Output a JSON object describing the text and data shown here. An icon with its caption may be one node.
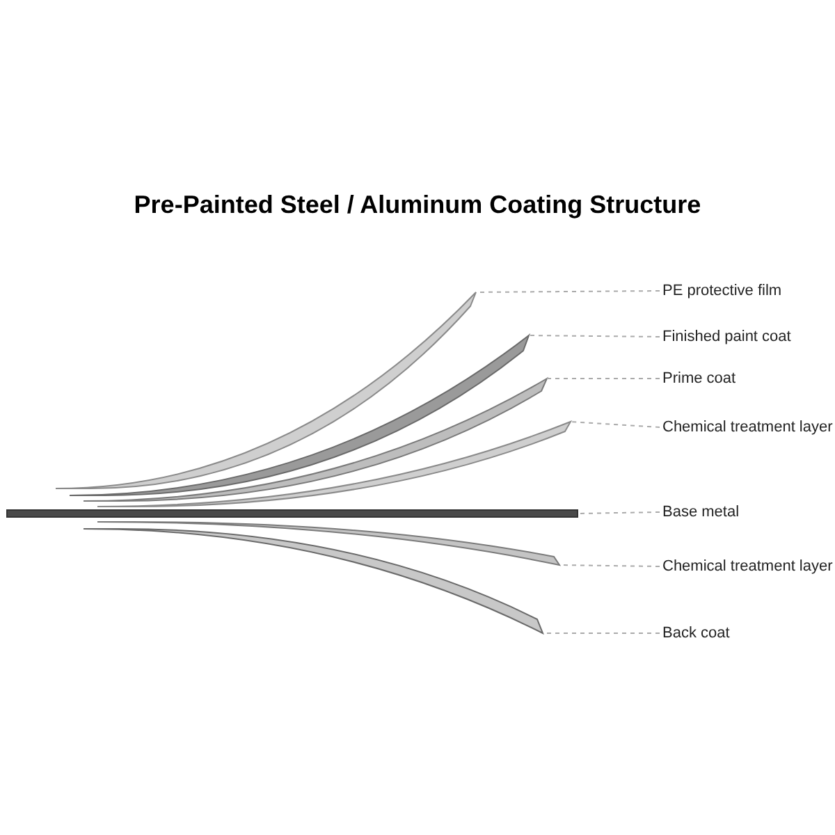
{
  "diagram": {
    "title": "Pre-Painted Steel / Aluminum Coating Structure",
    "nodes": [
      {
        "text": [],
        "shape": "bar"
      },
      {
        "text": [],
        "shape": "bar"
      },
      {
        "text": [],
        "shape": "bar"
      },
      {
        "text": [],
        "shape": "bar"
      },
      {
        "text": [],
        "shape": "bar"
      },
      {
        "text": [],
        "shape": "bar"
      },
      {
        "text": [],
        "shape": "bar"
      },
      {
        "text": [
          "PE protective film"
        ]
      },
      {
        "text": [
          "Finished paint  coat"
        ]
      },
      {
        "text": [
          "Prime coat"
        ]
      },
      {
        "text": [
          "Chemical treatment layer"
        ]
      },
      {
        "text": [
          "Base metal"
        ]
      },
      {
        "text": [
          "Chemical treatment layer"
        ]
      },
      {
        "text": [
          "Back coat"
        ]
      }
    ],
    "edges": [
      {
        "from": 7,
        "to": 0,
        "arrow": "none",
        "style": "dashed"
      },
      {
        "from": 8,
        "to": 1,
        "arrow": "none",
        "style": "dashed"
      },
      {
        "from": 9,
        "to": 2,
        "arrow": "none",
        "style": "dashed"
      },
      {
        "from": 10,
        "to": 3,
        "arrow": "none",
        "style": "dashed"
      },
      {
        "from": 11,
        "to": 4,
        "arrow": "none",
        "style": "dashed"
      },
      {
        "from": 12,
        "to": 5,
        "arrow": "none",
        "style": "dashed"
      },
      {
        "from": 13,
        "to": 6,
        "arrow": "none",
        "style": "dashed"
      }
    ]
  }
}
